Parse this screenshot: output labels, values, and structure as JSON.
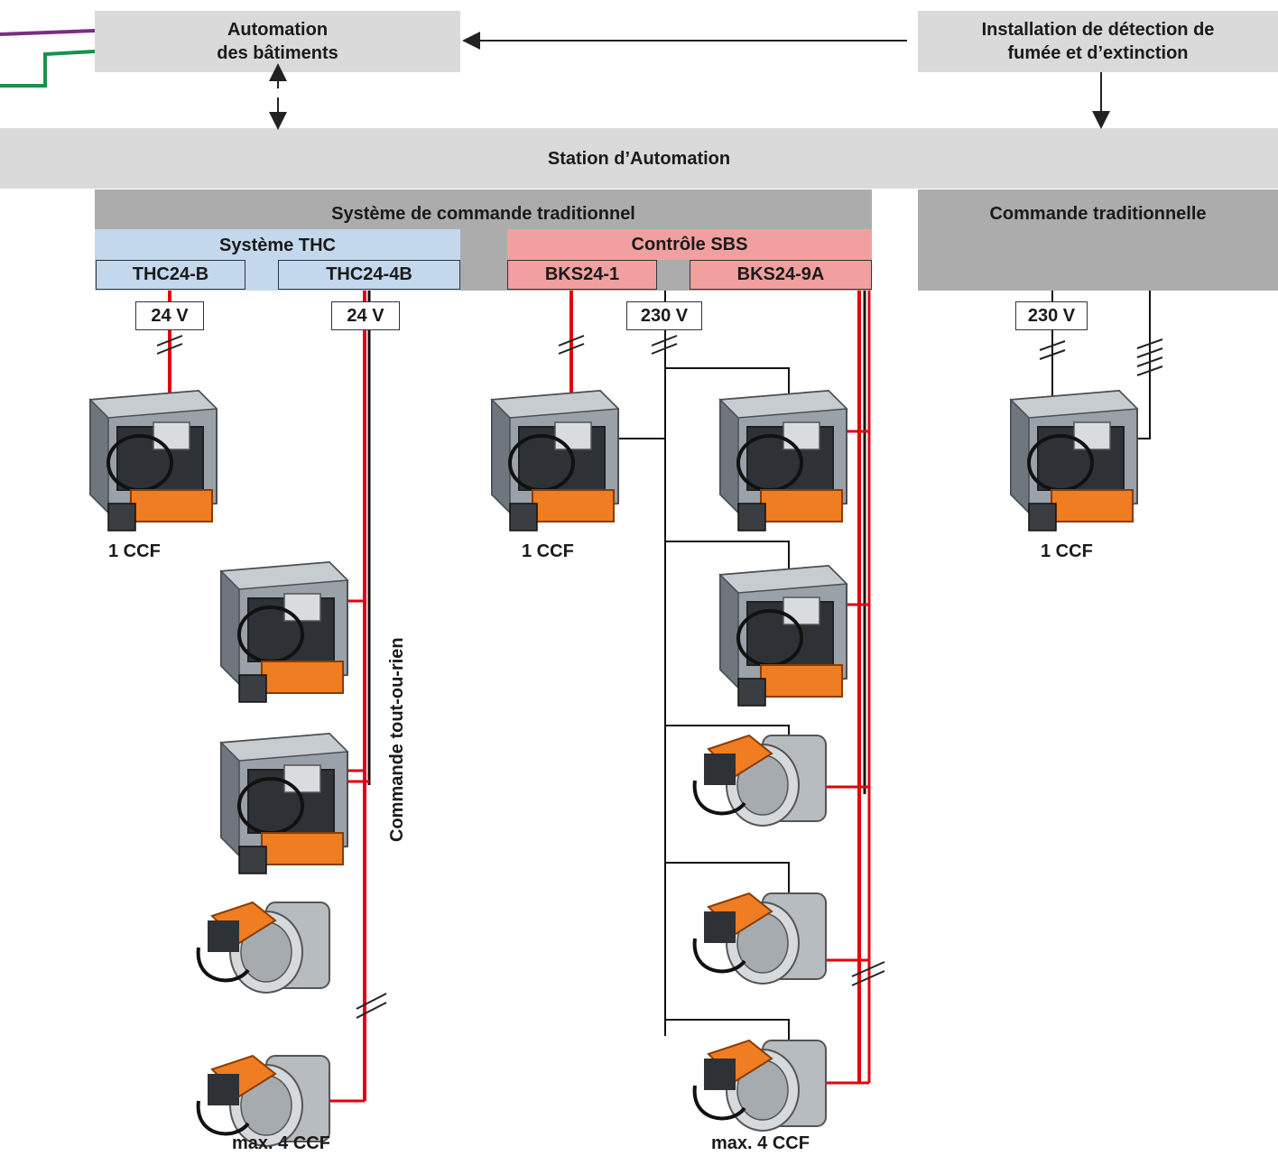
{
  "top": {
    "automation_line1": "Automation",
    "automation_line2": "des bâtiments",
    "detection_line1": "Installation de détection de",
    "detection_line2": "fumée et d’extinction"
  },
  "station": "Station d’Automation",
  "traditional_system": "Système de commande traditionnel",
  "traditional_command": "Commande traditionnelle",
  "thc": {
    "title": "Système THC",
    "model_b": "THC24-B",
    "model_4b": "THC24-4B"
  },
  "sbs": {
    "title": "Contrôle SBS",
    "model_1": "BKS24-1",
    "model_9a": "BKS24-9A"
  },
  "voltages": {
    "v24_a": "24 V",
    "v24_b": "24 V",
    "v230_a": "230 V",
    "v230_b": "230 V"
  },
  "counts": {
    "thc_single": "1 CCF",
    "sbs_single": "1 CCF",
    "trad_single": "1 CCF",
    "thc_max": "max. 4 CCF",
    "sbs_max": "max. 4 CCF"
  },
  "vertical_label": "Commande tout-ou-rien",
  "colors": {
    "light_gray": "#dadada",
    "dark_gray": "#acacac",
    "thc_blue": "#c3d8ec",
    "sbs_pink": "#f1a09f",
    "red_wire": "#e3000f",
    "purple_wire": "#7b2c83",
    "green_wire": "#17924a",
    "actuator_orange": "#f07d22"
  },
  "icons": [
    "square-fire-damper-icon",
    "round-fire-damper-icon"
  ]
}
